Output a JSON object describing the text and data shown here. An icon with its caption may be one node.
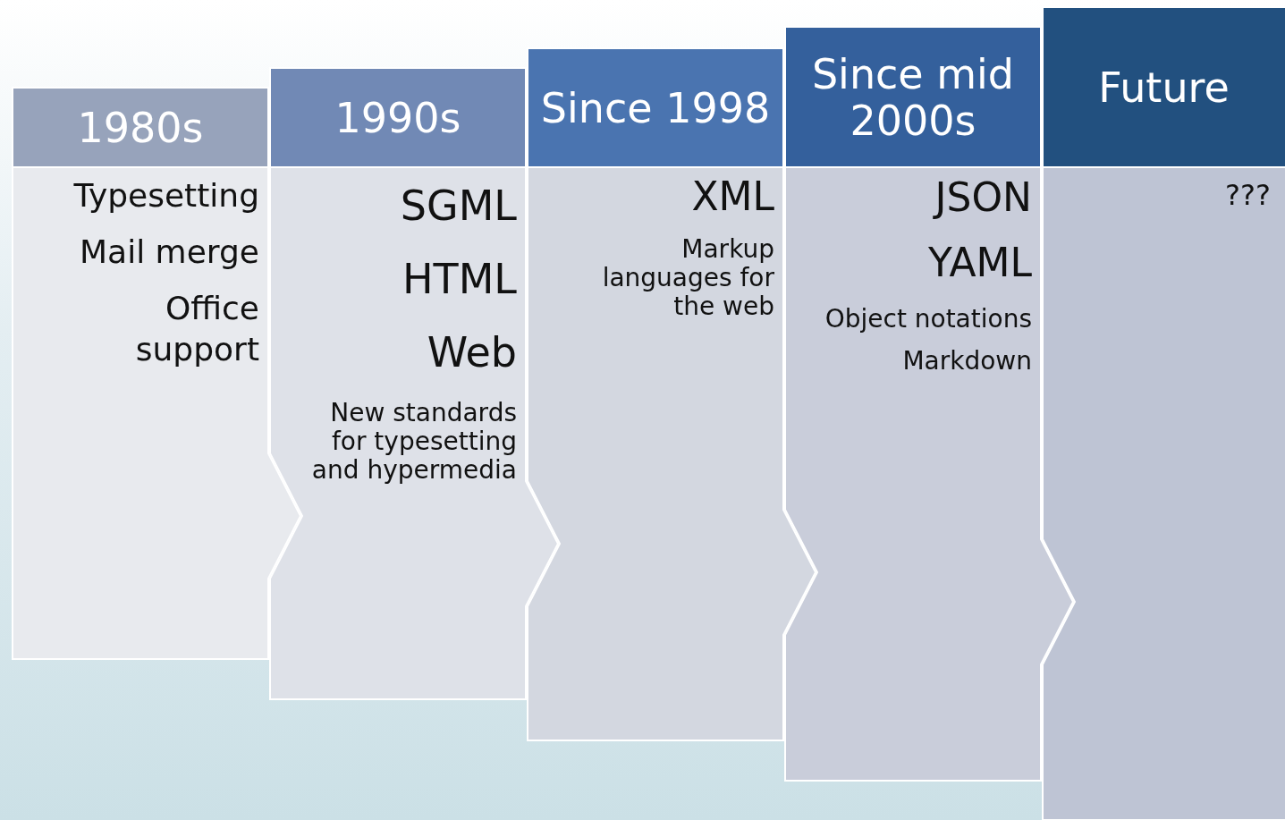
{
  "diagram": {
    "nodes": [
      {
        "text": [
          "1980s",
          "Typesetting",
          "Mail merge",
          "Office support"
        ]
      },
      {
        "text": [
          "1990s",
          "SGML",
          "HTML",
          "Web",
          "New standards for typesetting and hypermedia"
        ]
      },
      {
        "text": [
          "Since 1998",
          "XML",
          "Markup languages for the web"
        ]
      },
      {
        "text": [
          "Since mid 2000s",
          "JSON",
          "YAML",
          "Object notations",
          "Markdown"
        ]
      },
      {
        "text": [
          "Future",
          "???"
        ]
      }
    ]
  }
}
